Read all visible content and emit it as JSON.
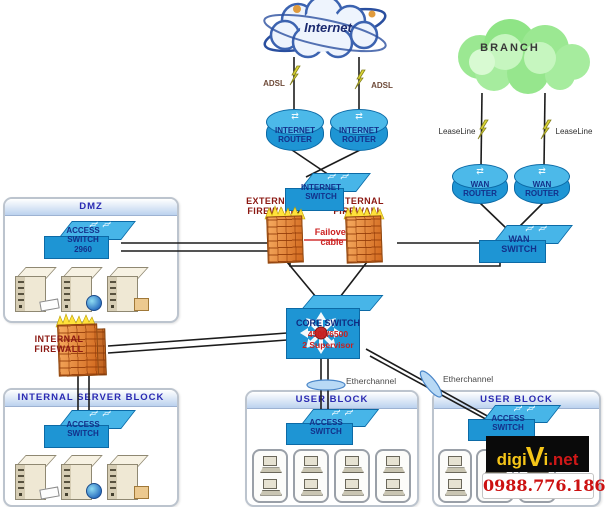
{
  "clouds": {
    "internet": "Internet",
    "branch": "BRANCH"
  },
  "links": {
    "adsl_left": "ADSL",
    "adsl_right": "ADSL",
    "leaseline_left": "LeaseLine",
    "leaseline_right": "LeaseLine",
    "failover_cable": "Failover\ncable",
    "etherchannel_left": "Etherchannel",
    "etherchannel_right": "Etherchannel"
  },
  "devices": {
    "internet_router_left": "INTERNET\nROUTER",
    "internet_router_right": "INTERNET\nROUTER",
    "internet_switch": "INTERNET\nSWITCH",
    "external_firewall_left": "EXTERNAL\nFIREWALL",
    "external_firewall_right": "EXTERNAL\nFIREWALL",
    "internal_firewall": "INTERNAL\nFIREWALL",
    "wan_router_left": "WAN\nROUTER",
    "wan_router_right": "WAN\nROUTER",
    "wan_switch": "WAN\nSWITCH",
    "core_switch_line1": "CORE SWITCH",
    "core_switch_line2": "4500/6500",
    "core_switch_line3": "2 Supervisor"
  },
  "blocks": {
    "dmz": {
      "title": "DMZ",
      "switch_label": "ACCESS\nSWITCH\n2960"
    },
    "internal_server": {
      "title": "INTERNAL SERVER BLOCK",
      "switch_label": "ACCESS\nSWITCH"
    },
    "user_mid": {
      "title": "USER BLOCK",
      "switch_label": "ACCESS\nSWITCH"
    },
    "user_right": {
      "title": "USER BLOCK",
      "switch_label": "ACCESS\nSWITCH"
    }
  },
  "branding": {
    "logo_digi": "digi",
    "logo_v": "V",
    "logo_i": "i",
    "logo_net": ".net",
    "phone": "0988.776.186"
  },
  "colors": {
    "switch_blue": "#1e95d4",
    "switch_top_blue": "#47b5e8",
    "firewall_orange": "#e8862f",
    "flame_yellow": "#ffe23c",
    "failover_red": "#cc2222",
    "device_label_navy": "#13308a",
    "firewall_label_red": "#8b1812",
    "header_blue_text": "#2a2ab2",
    "branch_green": "#9fe896",
    "logo_yellow": "#f5c518",
    "logo_red": "#d01818",
    "phone_red": "#cc1111"
  }
}
